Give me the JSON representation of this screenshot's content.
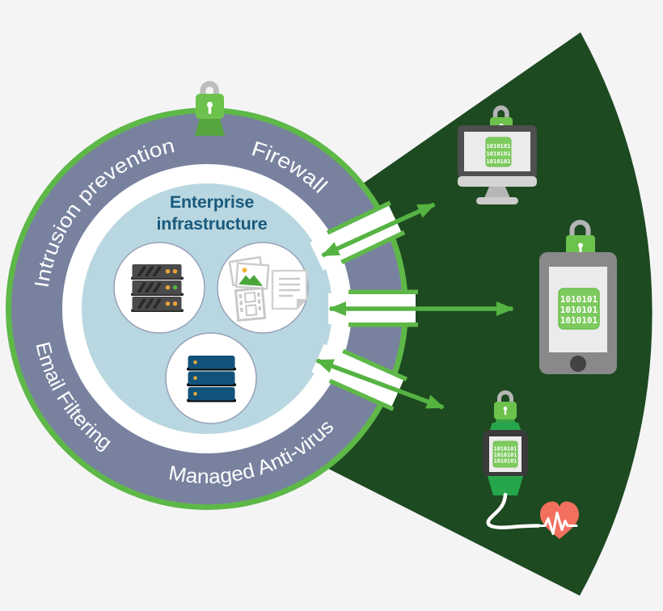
{
  "diagram": {
    "description": "Managed security ring protecting enterprise infrastructure with secured devices",
    "background_color": "#f4f4f5",
    "threat_cone_color": "#1d4a21"
  },
  "security_ring": {
    "label_top_left": "Intrusion prevention",
    "label_top_right": "Firewall",
    "label_bottom_left": "Email Filtering",
    "label_bottom": "Managed Anti-virus",
    "ring_color": "#78829f",
    "border_green": "#5eb848",
    "inner_fill": "#b9d7e0",
    "label_color": "#ffffff"
  },
  "core": {
    "title_line1": "Enterprise",
    "title_line2": "infrastructure",
    "title_color": "#1a5a7d",
    "icons": [
      "server-rack",
      "media-files",
      "database-storage"
    ]
  },
  "devices": {
    "binary_code": "1010101",
    "list": [
      "desktop-computer",
      "tablet",
      "smartwatch"
    ],
    "lock_green": "#6cc24c",
    "code_block_green": "#7dca5e",
    "heartbeat_red": "#f3705f"
  },
  "arrows": {
    "color": "#55b342",
    "style": "double-headed",
    "count": 3
  }
}
